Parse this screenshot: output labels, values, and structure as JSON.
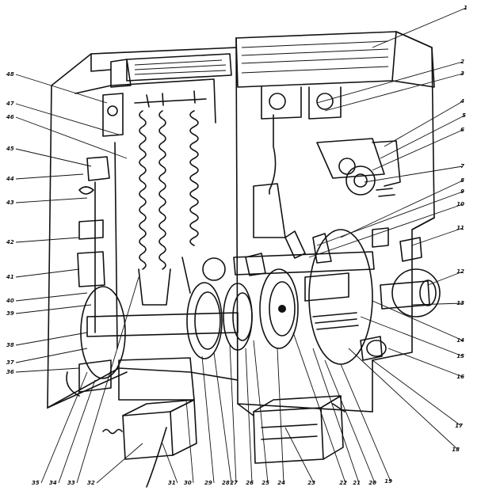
{
  "figure": {
    "kind": "exploded technical line drawing of a switching apparatus",
    "callouts": [
      "1",
      "2",
      "3",
      "4",
      "5",
      "6",
      "7",
      "8",
      "9",
      "10",
      "11",
      "12",
      "13",
      "14",
      "15",
      "16",
      "17",
      "18",
      "19",
      "20",
      "21",
      "22",
      "23",
      "24",
      "25",
      "26",
      "27",
      "28",
      "29",
      "30",
      "31",
      "32",
      "33",
      "34",
      "35",
      "36",
      "37",
      "38",
      "39",
      "40",
      "41",
      "42",
      "43",
      "44",
      "45",
      "46",
      "47",
      "48"
    ],
    "nameplate_text": "",
    "colors": {
      "ink": "#111111",
      "paper": "#ffffff"
    }
  }
}
